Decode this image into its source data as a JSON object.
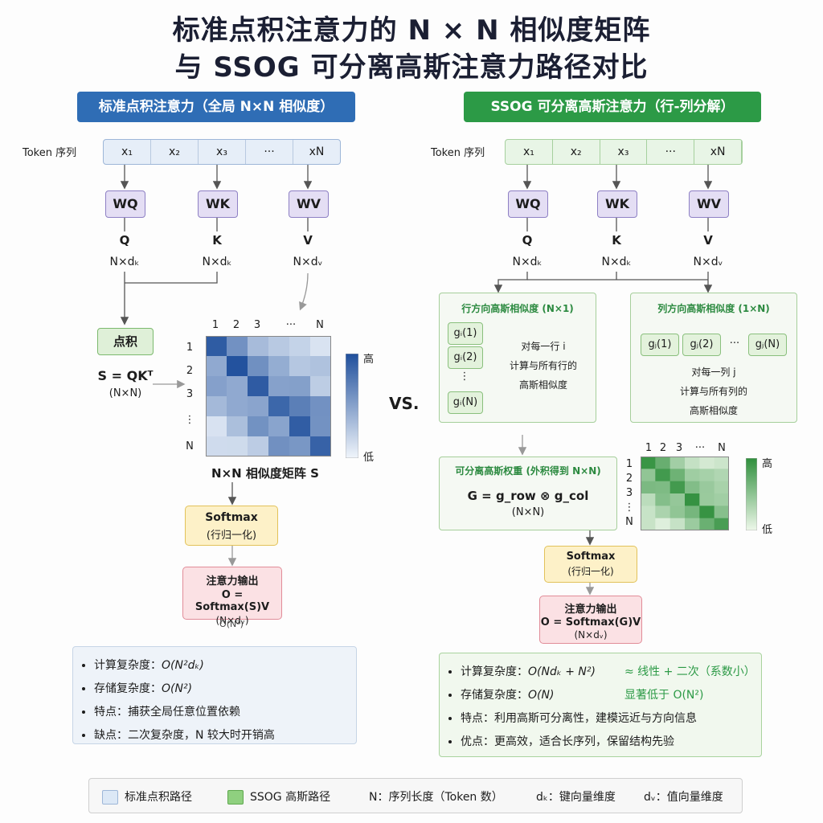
{
  "title": {
    "line1": "标准点积注意力的 N × N 相似度矩阵",
    "line2": "与 SSOG 可分离高斯注意力路径对比"
  },
  "left": {
    "banner": "标准点积注意力（全局 N×N 相似度）",
    "token_label": "Token 序列",
    "tokens": [
      "x₁",
      "x₂",
      "x₃",
      "···",
      "xN"
    ],
    "weights": [
      "WQ",
      "WK",
      "WV"
    ],
    "vectors": [
      "Q",
      "K",
      "V"
    ],
    "dims": [
      "N×dₖ",
      "N×dₖ",
      "N×dᵥ"
    ],
    "dot_box": "点积",
    "formula": "S = QKᵀ",
    "formula_dim": "(N×N)",
    "matrix_cols": [
      "1",
      "2",
      "3",
      "···",
      "N"
    ],
    "matrix_rows": [
      "1",
      "2",
      "3",
      "⋮",
      "N"
    ],
    "matrix_caption": "N×N 相似度矩阵 S",
    "scale_high": "高",
    "scale_low": "低",
    "softmax": {
      "title": "Softmax",
      "sub": "(行归一化)"
    },
    "output": {
      "title": "注意力输出",
      "formula": "O = Softmax(S)V",
      "dim": "(N×dᵥ)"
    },
    "below_output": "O(N²)",
    "info": [
      {
        "label": "计算复杂度：",
        "value": "O(N²dₖ)"
      },
      {
        "label": "存储复杂度：",
        "value": "O(N²)"
      },
      {
        "label": "特点：",
        "value": "捕获全局任意位置依赖"
      },
      {
        "label": "缺点：",
        "value": "二次复杂度，N 较大时开销高"
      }
    ]
  },
  "vs": "VS.",
  "right": {
    "banner": "SSOG 可分离高斯注意力（行-列分解）",
    "token_label": "Token 序列",
    "tokens": [
      "x₁",
      "x₂",
      "x₃",
      "···",
      "xN"
    ],
    "weights": [
      "WQ",
      "WK",
      "WV"
    ],
    "vectors": [
      "Q",
      "K",
      "V"
    ],
    "dims": [
      "N×dₖ",
      "N×dₖ",
      "N×dᵥ"
    ],
    "row_panel": {
      "title": "行方向高斯相似度 (N×1)",
      "cells": [
        "gᵢ(1)",
        "gᵢ(2)",
        "⋮",
        "gᵢ(N)"
      ],
      "desc": [
        "对每一行 i",
        "计算与所有行的",
        "高斯相似度"
      ]
    },
    "col_panel": {
      "title": "列方向高斯相似度 (1×N)",
      "cells": [
        "gⱼ(1)",
        "gⱼ(2)",
        "···",
        "gⱼ(N)"
      ],
      "desc": [
        "对每一列 j",
        "计算与所有列的",
        "高斯相似度"
      ]
    },
    "weight_panel": {
      "title": "可分离高斯权重 (外积得到 N×N)",
      "formula": "G = g_row ⊗ g_col",
      "dim": "(N×N)"
    },
    "matrix_cols": [
      "1",
      "2",
      "3",
      "···",
      "N"
    ],
    "matrix_rows": [
      "1",
      "2",
      "3",
      "⋮",
      "N"
    ],
    "scale_high": "高",
    "scale_low": "低",
    "softmax": {
      "title": "Softmax",
      "sub": "(行归一化)"
    },
    "output": {
      "title": "注意力输出",
      "formula": "O = Softmax(G)V",
      "dim": "(N×dᵥ)"
    },
    "info": [
      {
        "label": "计算复杂度：",
        "value": "O(Ndₖ + N²)",
        "note": "≈ 线性 + 二次（系数小）"
      },
      {
        "label": "存储复杂度：",
        "value": "O(N)",
        "note": "显著低于 O(N²)"
      },
      {
        "label": "特点：",
        "value": "利用高斯可分离性，建模远近与方向信息"
      },
      {
        "label": "优点：",
        "value": "更高效，适合长序列，保留结构先验"
      }
    ]
  },
  "legend": [
    {
      "swatch": "#dce8f6",
      "text": "标准点积路径"
    },
    {
      "swatch": "#8fd07f",
      "text": "SSOG 高斯路径"
    },
    {
      "text": "N：序列长度（Token 数）"
    },
    {
      "text": "dₖ：键向量维度"
    },
    {
      "text": "dᵥ：值向量维度"
    }
  ],
  "colors": {
    "blue": "#2f6db5",
    "green": "#2c9a46",
    "purple": "#8e80c4"
  }
}
